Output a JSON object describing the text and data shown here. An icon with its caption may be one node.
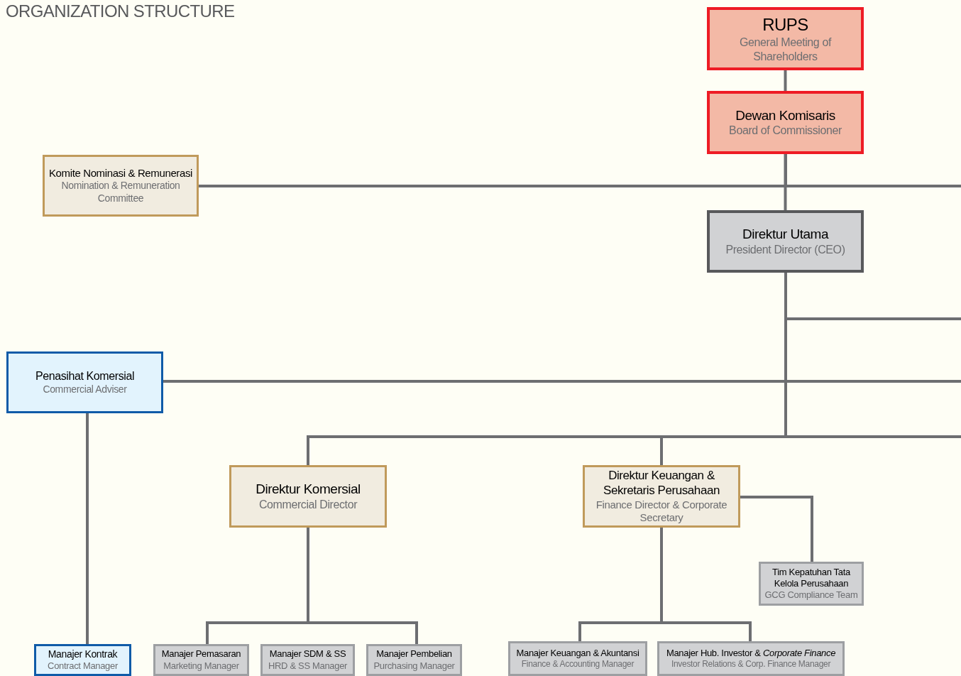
{
  "diagram": {
    "title": "ORGANIZATION STRUCTURE",
    "nodes": [
      {
        "text": [
          "RUPS",
          "General Meeting of Shareholders"
        ]
      },
      {
        "text": [
          "Dewan Komisaris",
          "Board of Commissioner"
        ]
      },
      {
        "text": [
          "Komite Nominasi & Remunerasi",
          "Nomination & Remuneration Committee"
        ]
      },
      {
        "text": [
          "Direktur Utama",
          "President Director (CEO)"
        ]
      },
      {
        "text": [
          "Penasihat Komersial",
          "Commercial Adviser"
        ]
      },
      {
        "text": [
          "Direktur Komersial",
          "Commercial Director"
        ]
      },
      {
        "text": [
          "Direktur Keuangan & Sekretaris Perusahaan",
          "Finance Director & Corporate Secretary"
        ]
      },
      {
        "text": [
          "Tim Kepatuhan Tata Kelola Perusahaan",
          "GCG Compliance Team"
        ]
      },
      {
        "text": [
          "Manajer Kontrak",
          "Contract Manager"
        ]
      },
      {
        "text": [
          "Manajer Pemasaran",
          "Marketing Manager"
        ]
      },
      {
        "text": [
          "Manajer SDM & SS",
          "HRD & SS Manager"
        ]
      },
      {
        "text": [
          "Manajer Pembelian",
          "Purchasing Manager"
        ]
      },
      {
        "text": [
          "Manajer Keuangan & Akuntansi",
          "Finance & Accounting Manager"
        ]
      },
      {
        "text": [
          "Manajer Hub. Investor & *Corporate Finance*",
          "Investor Relations & Corp. Finance Manager"
        ]
      }
    ],
    "edges": [
      {
        "from": 0,
        "to": 1,
        "arrow": "none"
      },
      {
        "from": 1,
        "to": 3,
        "arrow": "none"
      },
      {
        "from": 1,
        "to": 2,
        "arrow": "none"
      },
      {
        "from": 1,
        "to": null,
        "arrow": "none"
      },
      {
        "from": 3,
        "to": null,
        "arrow": "none"
      },
      {
        "from": 3,
        "to": 4,
        "arrow": "none"
      },
      {
        "from": 3,
        "to": null,
        "arrow": "none"
      },
      {
        "from": 3,
        "to": 5,
        "arrow": "none"
      },
      {
        "from": 3,
        "to": 6,
        "arrow": "none"
      },
      {
        "from": 3,
        "to": null,
        "arrow": "none"
      },
      {
        "from": 4,
        "to": 8,
        "arrow": "none"
      },
      {
        "from": 5,
        "to": 9,
        "arrow": "none"
      },
      {
        "from": 5,
        "to": 11,
        "arrow": "none"
      },
      {
        "from": 6,
        "to": 7,
        "arrow": "none"
      },
      {
        "from": 6,
        "to": 12,
        "arrow": "none"
      },
      {
        "from": 6,
        "to": 13,
        "arrow": "none"
      }
    ]
  }
}
